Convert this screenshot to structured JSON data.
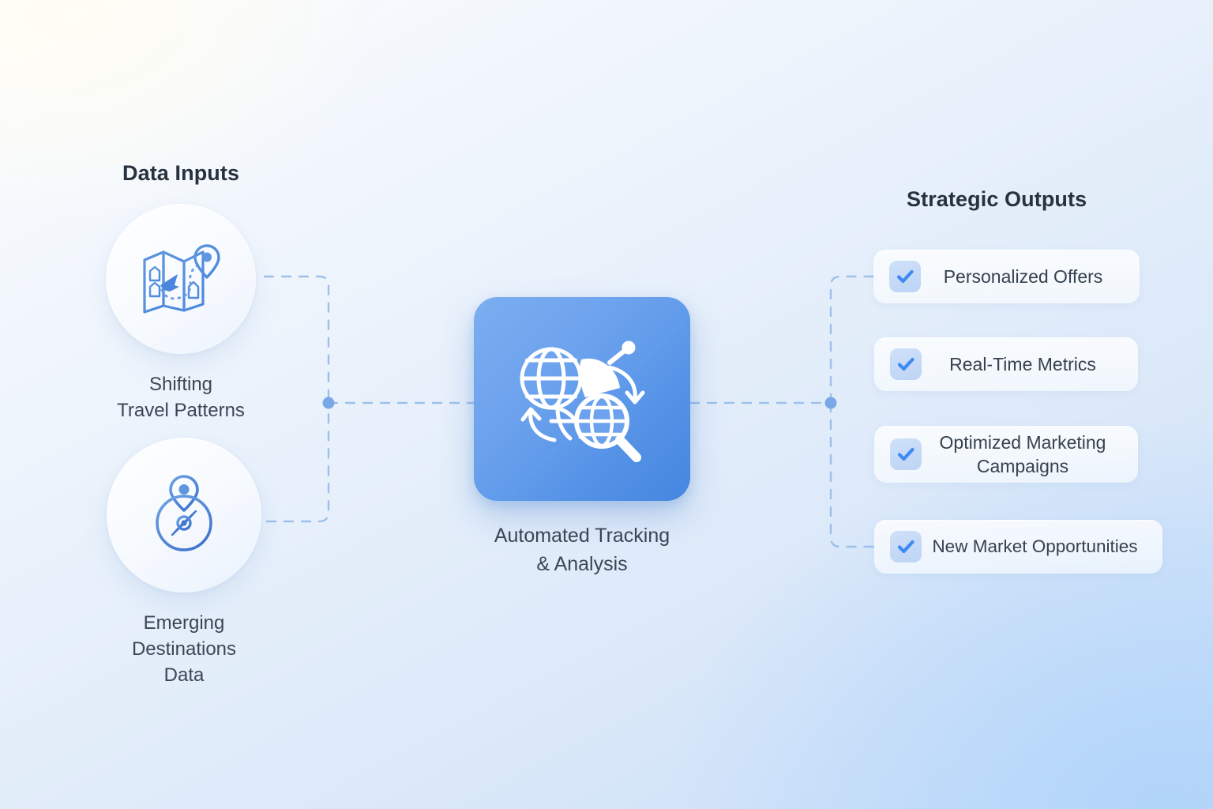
{
  "diagram": {
    "background_accent": "#c3dbf8",
    "accent_color": "#5391e6",
    "connector_color": "#9dc0ea",
    "junction_dot_color": "#7aa7e8"
  },
  "inputs": {
    "heading": "Data Inputs",
    "nodes": [
      {
        "id": "shifting-travel-patterns",
        "label": "Shifting\nTravel Patterns",
        "icon": "folded-map-icon"
      },
      {
        "id": "emerging-destinations-data",
        "label": "Emerging\nDestinations\nData",
        "icon": "compass-pin-icon"
      }
    ]
  },
  "center": {
    "label": "Automated Tracking\n& Analysis",
    "icon": "globe-satellite-search-icon",
    "gradient_from": "#7cadf0",
    "gradient_to": "#4686df"
  },
  "outputs": {
    "heading": "Strategic Outputs",
    "checkbox_fill": "#bdd4f5",
    "check_color": "#3d8bf2",
    "items": [
      {
        "id": "personalized-offers",
        "label": "Personalized Offers",
        "checked": true
      },
      {
        "id": "real-time-metrics",
        "label": "Real-Time Metrics",
        "checked": true
      },
      {
        "id": "optimized-marketing-campaigns",
        "label": "Optimized Marketing\nCampaigns",
        "checked": true
      },
      {
        "id": "new-market-opportunities",
        "label": "New Market Opportunities",
        "checked": true
      }
    ]
  }
}
